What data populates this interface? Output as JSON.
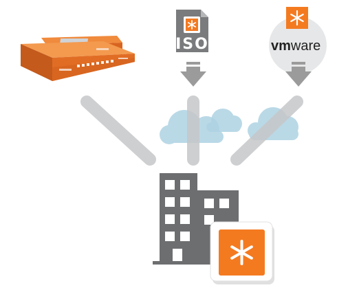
{
  "iso_badge": {
    "label": "ISO"
  },
  "vmware_badge": {
    "brand_prefix": "vm",
    "brand_suffix": "ware"
  },
  "colors": {
    "accent_orange": "#f47a20",
    "building_gray": "#6d6e70",
    "line_gray": "#d2d3d5",
    "cloud_blue": "#aed3e3",
    "arrow_gray": "#9b9b9b",
    "hardware_orange": "#e8732a"
  },
  "icons": {
    "hardware": "appliance-icon",
    "iso": "iso-file-icon",
    "vmware": "vmware-icon",
    "destination": "building-icon",
    "logo": "asterisk-logo-icon"
  }
}
